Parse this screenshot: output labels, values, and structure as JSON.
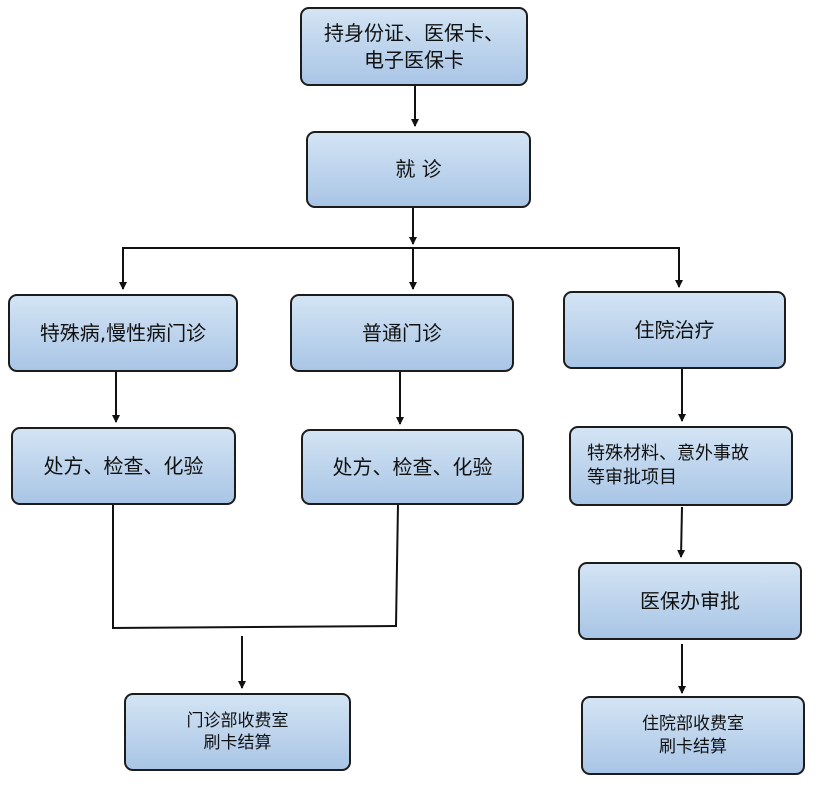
{
  "nodes": {
    "start": "持身份证、医保卡、\n电子医保卡",
    "visit": "就    诊",
    "branch_special": "特殊病,慢性病门诊",
    "branch_general": "普通门诊",
    "branch_inpatient": "住院治疗",
    "rx_special": "处方、检查、化验",
    "rx_general": "处方、检查、化验",
    "special_items": "特殊材料、意外事故\n等审批项目",
    "insurance_approval": "医保办审批",
    "outpatient_billing": "门诊部收费室\n刷卡结算",
    "inpatient_billing": "住院部收费室\n刷卡结算"
  },
  "colors": {
    "box_fill_top": "#d3e4f4",
    "box_fill_bottom": "#a9c5e6",
    "box_border": "#1c1c1c",
    "line": "#111111"
  }
}
